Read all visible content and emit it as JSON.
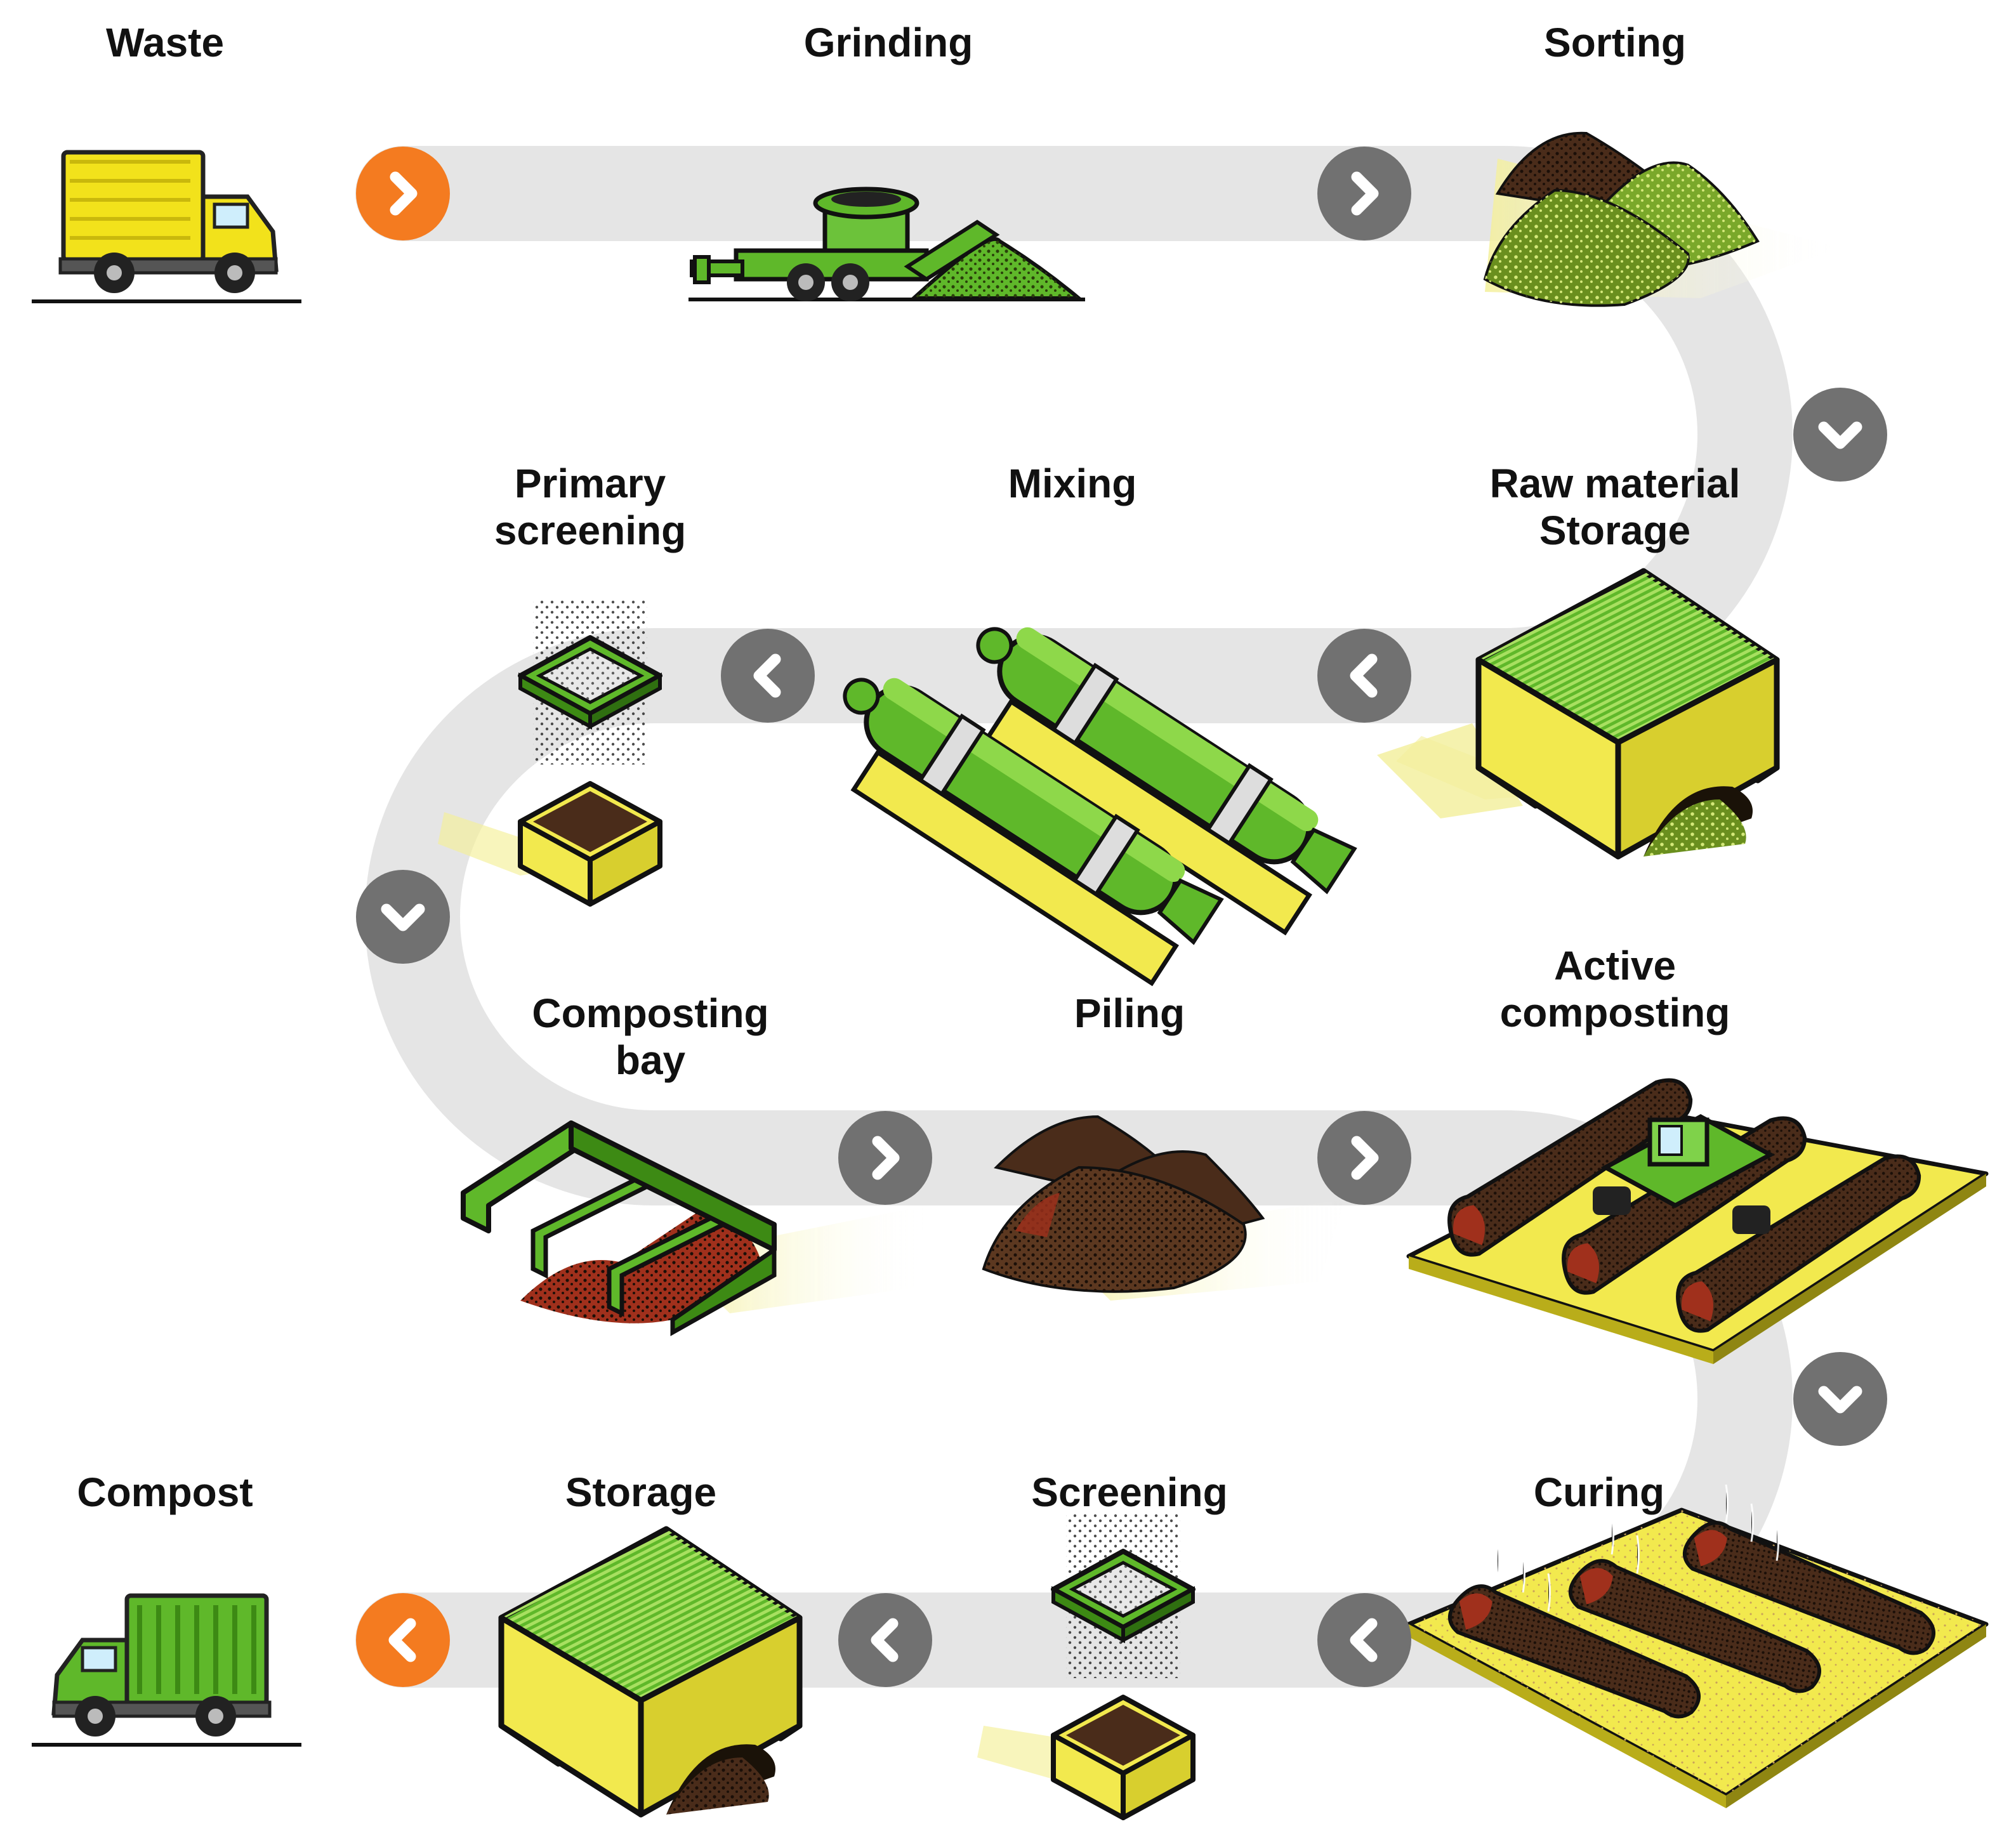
{
  "colors": {
    "path": "#e5e5e5",
    "arrow_gray": "#717171",
    "arrow_orange": "#f47b20",
    "green": "#5fb82a",
    "dark_green": "#2f6f10",
    "yellow": "#f2e94e",
    "dark_yellow": "#b9ad1a",
    "brown": "#4a2c1a",
    "red_brown": "#a0301c"
  },
  "steps": {
    "waste": {
      "line1": "Waste",
      "line2": ""
    },
    "grinding": {
      "line1": "Grinding",
      "line2": ""
    },
    "sorting": {
      "line1": "Sorting",
      "line2": ""
    },
    "raw_storage": {
      "line1": "Raw material",
      "line2": "Storage"
    },
    "mixing": {
      "line1": "Mixing",
      "line2": ""
    },
    "primary_screening": {
      "line1": "Primary",
      "line2": "screening"
    },
    "composting_bay": {
      "line1": "Composting",
      "line2": "bay"
    },
    "piling": {
      "line1": "Piling",
      "line2": ""
    },
    "active_composting": {
      "line1": "Active",
      "line2": "composting"
    },
    "curing": {
      "line1": "Curing",
      "line2": ""
    },
    "screening": {
      "line1": "Screening",
      "line2": ""
    },
    "storage": {
      "line1": "Storage",
      "line2": ""
    },
    "compost": {
      "line1": "Compost",
      "line2": ""
    }
  },
  "icons": [
    "yellow-garbage-truck-icon",
    "grinder-machine-icon",
    "sorted-piles-icon",
    "storage-shed-icon",
    "mixing-drums-icon",
    "sieve-box-icon",
    "composting-bay-icon",
    "compost-pile-icon",
    "windrow-turner-icon",
    "curing-windrows-icon",
    "sieve-box-icon",
    "storage-shed-icon",
    "green-compost-truck-icon"
  ]
}
